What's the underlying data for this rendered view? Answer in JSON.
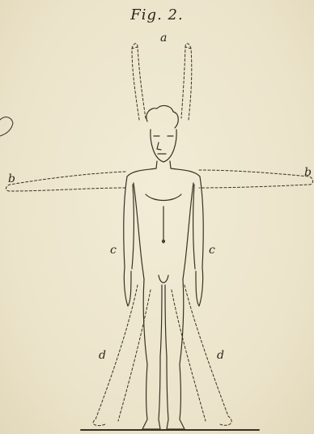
{
  "figure": {
    "title": "Fig. 2.",
    "labels": {
      "a": "a",
      "b_left": "b",
      "b_right": "b",
      "c_left": "c",
      "c_right": "c",
      "d_left": "d",
      "d_right": "d"
    }
  },
  "colors": {
    "paper": "#ede6cf",
    "ink": "#2b2419"
  }
}
